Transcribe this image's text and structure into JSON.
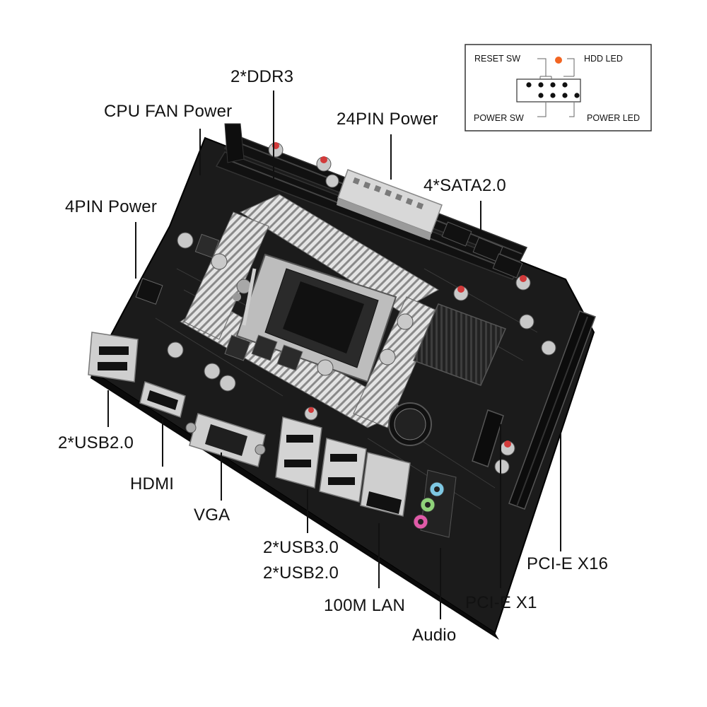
{
  "labels": {
    "ddr3": "2*DDR3",
    "cpu_fan": "CPU FAN Power",
    "pin24": "24PIN Power",
    "sata": "4*SATA2.0",
    "pin4": "4PIN Power",
    "usb2_left": "2*USB2.0",
    "hdmi": "HDMI",
    "vga": "VGA",
    "usb3": "2*USB3.0",
    "usb2_mid": "2*USB2.0",
    "lan": "100M LAN",
    "audio": "Audio",
    "pcie_x1": "PCI-E X1",
    "pcie_x16": "PCI-E X16"
  },
  "front_panel": {
    "reset_sw": "RESET SW",
    "hdd_led": "HDD LED",
    "power_sw": "POWER SW",
    "power_led": "POWER LED"
  },
  "colors": {
    "board": "#1a1a1a",
    "heatsink": "#cfcfcf",
    "socket_metal": "#b8b8b8",
    "capacitor": "#c9c9c9",
    "capacitor_cap": "#d23a3a",
    "audio_blue": "#7ec8e3",
    "audio_green": "#8fd37a",
    "audio_pink": "#e05aa8",
    "pin_marker": "#f26522"
  }
}
